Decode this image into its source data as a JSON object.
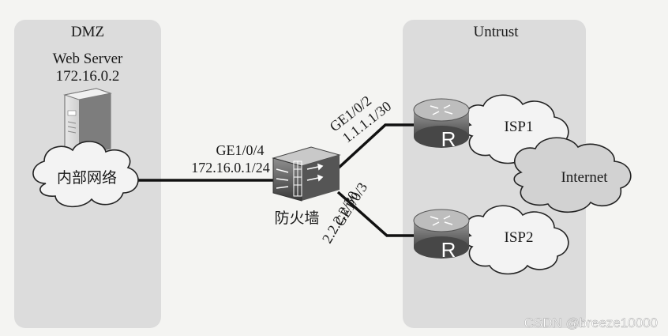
{
  "zones": {
    "dmz": "DMZ",
    "untrust": "Untrust"
  },
  "web_server": {
    "name": "Web Server",
    "ip": "172.16.0.2"
  },
  "internal_network": "内部网络",
  "firewall": {
    "label": "防火墙",
    "ge104": {
      "port": "GE1/0/4",
      "ip": "172.16.0.1/24"
    },
    "ge102": {
      "port": "GE1/0/2",
      "ip": "1.1.1.1/30"
    },
    "ge103": {
      "port": "GE1/0/3",
      "ip": "2.2.2.2/30"
    }
  },
  "routers": {
    "top": "R",
    "bottom": "R"
  },
  "clouds": {
    "isp1": "ISP1",
    "isp2": "ISP2",
    "internet": "Internet"
  },
  "watermark": "CSDN @breeze10000",
  "colors": {
    "zone": "#dcdcdc",
    "cloud_light": "#f3f3f3",
    "cloud_internet": "#d2d2d2",
    "link": "#111111"
  }
}
